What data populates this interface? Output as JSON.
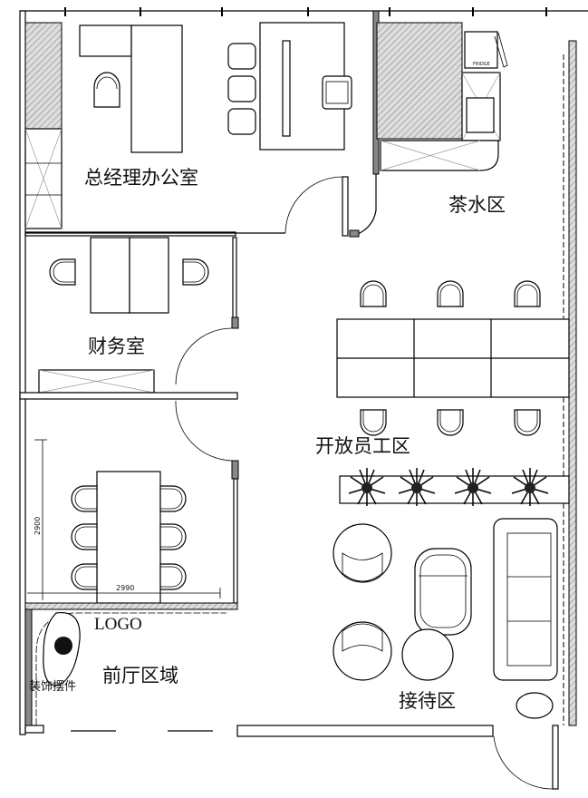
{
  "rooms": {
    "gm_office": "总经理办公室",
    "tea_area": "茶水区",
    "finance": "财务室",
    "open_work": "开放员工区",
    "lobby": "前厅区域",
    "reception": "接待区"
  },
  "labels": {
    "logo": "LOGO",
    "decoration": "装饰摆件",
    "fridge": "FRIDGE"
  },
  "dimensions": {
    "vertical": "2900",
    "horizontal": "2990"
  }
}
